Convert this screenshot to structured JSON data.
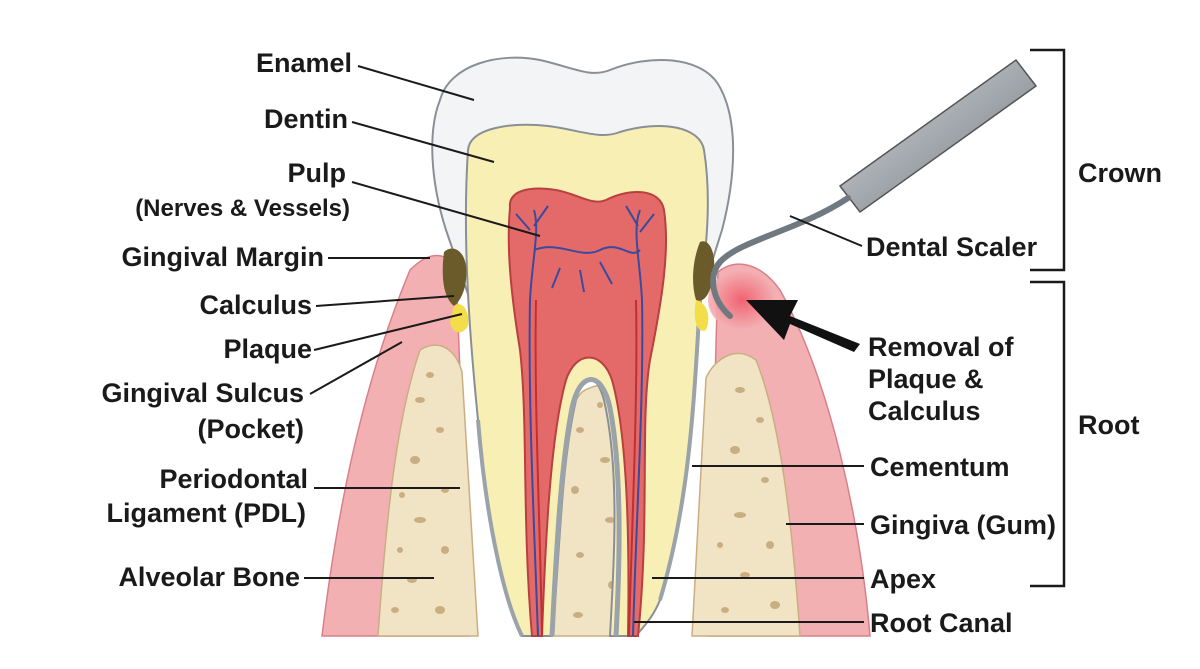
{
  "labels": {
    "enamel": "Enamel",
    "dentin": "Dentin",
    "pulp": "Pulp",
    "pulp_sub": "(Nerves & Vessels)",
    "gingival_margin": "Gingival Margin",
    "calculus": "Calculus",
    "plaque": "Plaque",
    "gingival_sulcus": "Gingival Sulcus",
    "gingival_sulcus_sub": "(Pocket)",
    "periodontal": "Periodontal",
    "periodontal_sub": "Ligament (PDL)",
    "alveolar_bone": "Alveolar Bone",
    "crown": "Crown",
    "root": "Root",
    "dental_scaler": "Dental Scaler",
    "removal_1": "Removal of",
    "removal_2": "Plaque &",
    "removal_3": "Calculus",
    "cementum": "Cementum",
    "gingiva": "Gingiva (Gum)",
    "apex": "Apex",
    "root_canal": "Root Canal"
  },
  "colors": {
    "enamel": "#f2f4f6",
    "dentin": "#f8efb4",
    "pulp": "#e46a6a",
    "gum": "#f3b0b3",
    "bone": "#f1e4c4",
    "bone_pores": "#c9ae82",
    "calculus": "#6b5a2a",
    "plaque": "#f2de4a",
    "nerve_blue": "#3b4a9c",
    "scaler": "#9aa0a6"
  }
}
